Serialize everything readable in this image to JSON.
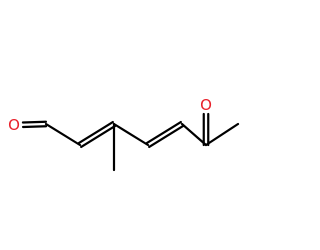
{
  "molecule": {
    "atoms": [
      {
        "id": "O1",
        "element": "O",
        "label": "O"
      },
      {
        "id": "C1",
        "element": "C"
      },
      {
        "id": "C2",
        "element": "C"
      },
      {
        "id": "C3",
        "element": "C"
      },
      {
        "id": "C4",
        "element": "C"
      },
      {
        "id": "C5",
        "element": "C"
      },
      {
        "id": "C6",
        "element": "C"
      },
      {
        "id": "O2",
        "element": "O",
        "label": "O"
      },
      {
        "id": "C7",
        "element": "C"
      },
      {
        "id": "C8",
        "element": "C"
      }
    ],
    "bonds": [
      {
        "a": "O1",
        "b": "C1",
        "order": 2
      },
      {
        "a": "C1",
        "b": "C2",
        "order": 1
      },
      {
        "a": "C2",
        "b": "C3",
        "order": 2
      },
      {
        "a": "C3",
        "b": "C8",
        "order": 1
      },
      {
        "a": "C3",
        "b": "C4",
        "order": 1
      },
      {
        "a": "C4",
        "b": "C5",
        "order": 2
      },
      {
        "a": "C5",
        "b": "C6",
        "order": 1
      },
      {
        "a": "C6",
        "b": "O2",
        "order": 2
      },
      {
        "a": "C6",
        "b": "C7",
        "order": 1
      }
    ]
  },
  "colors": {
    "bond": "#000000",
    "oxygen": "#e8202a",
    "background": "#ffffff"
  }
}
